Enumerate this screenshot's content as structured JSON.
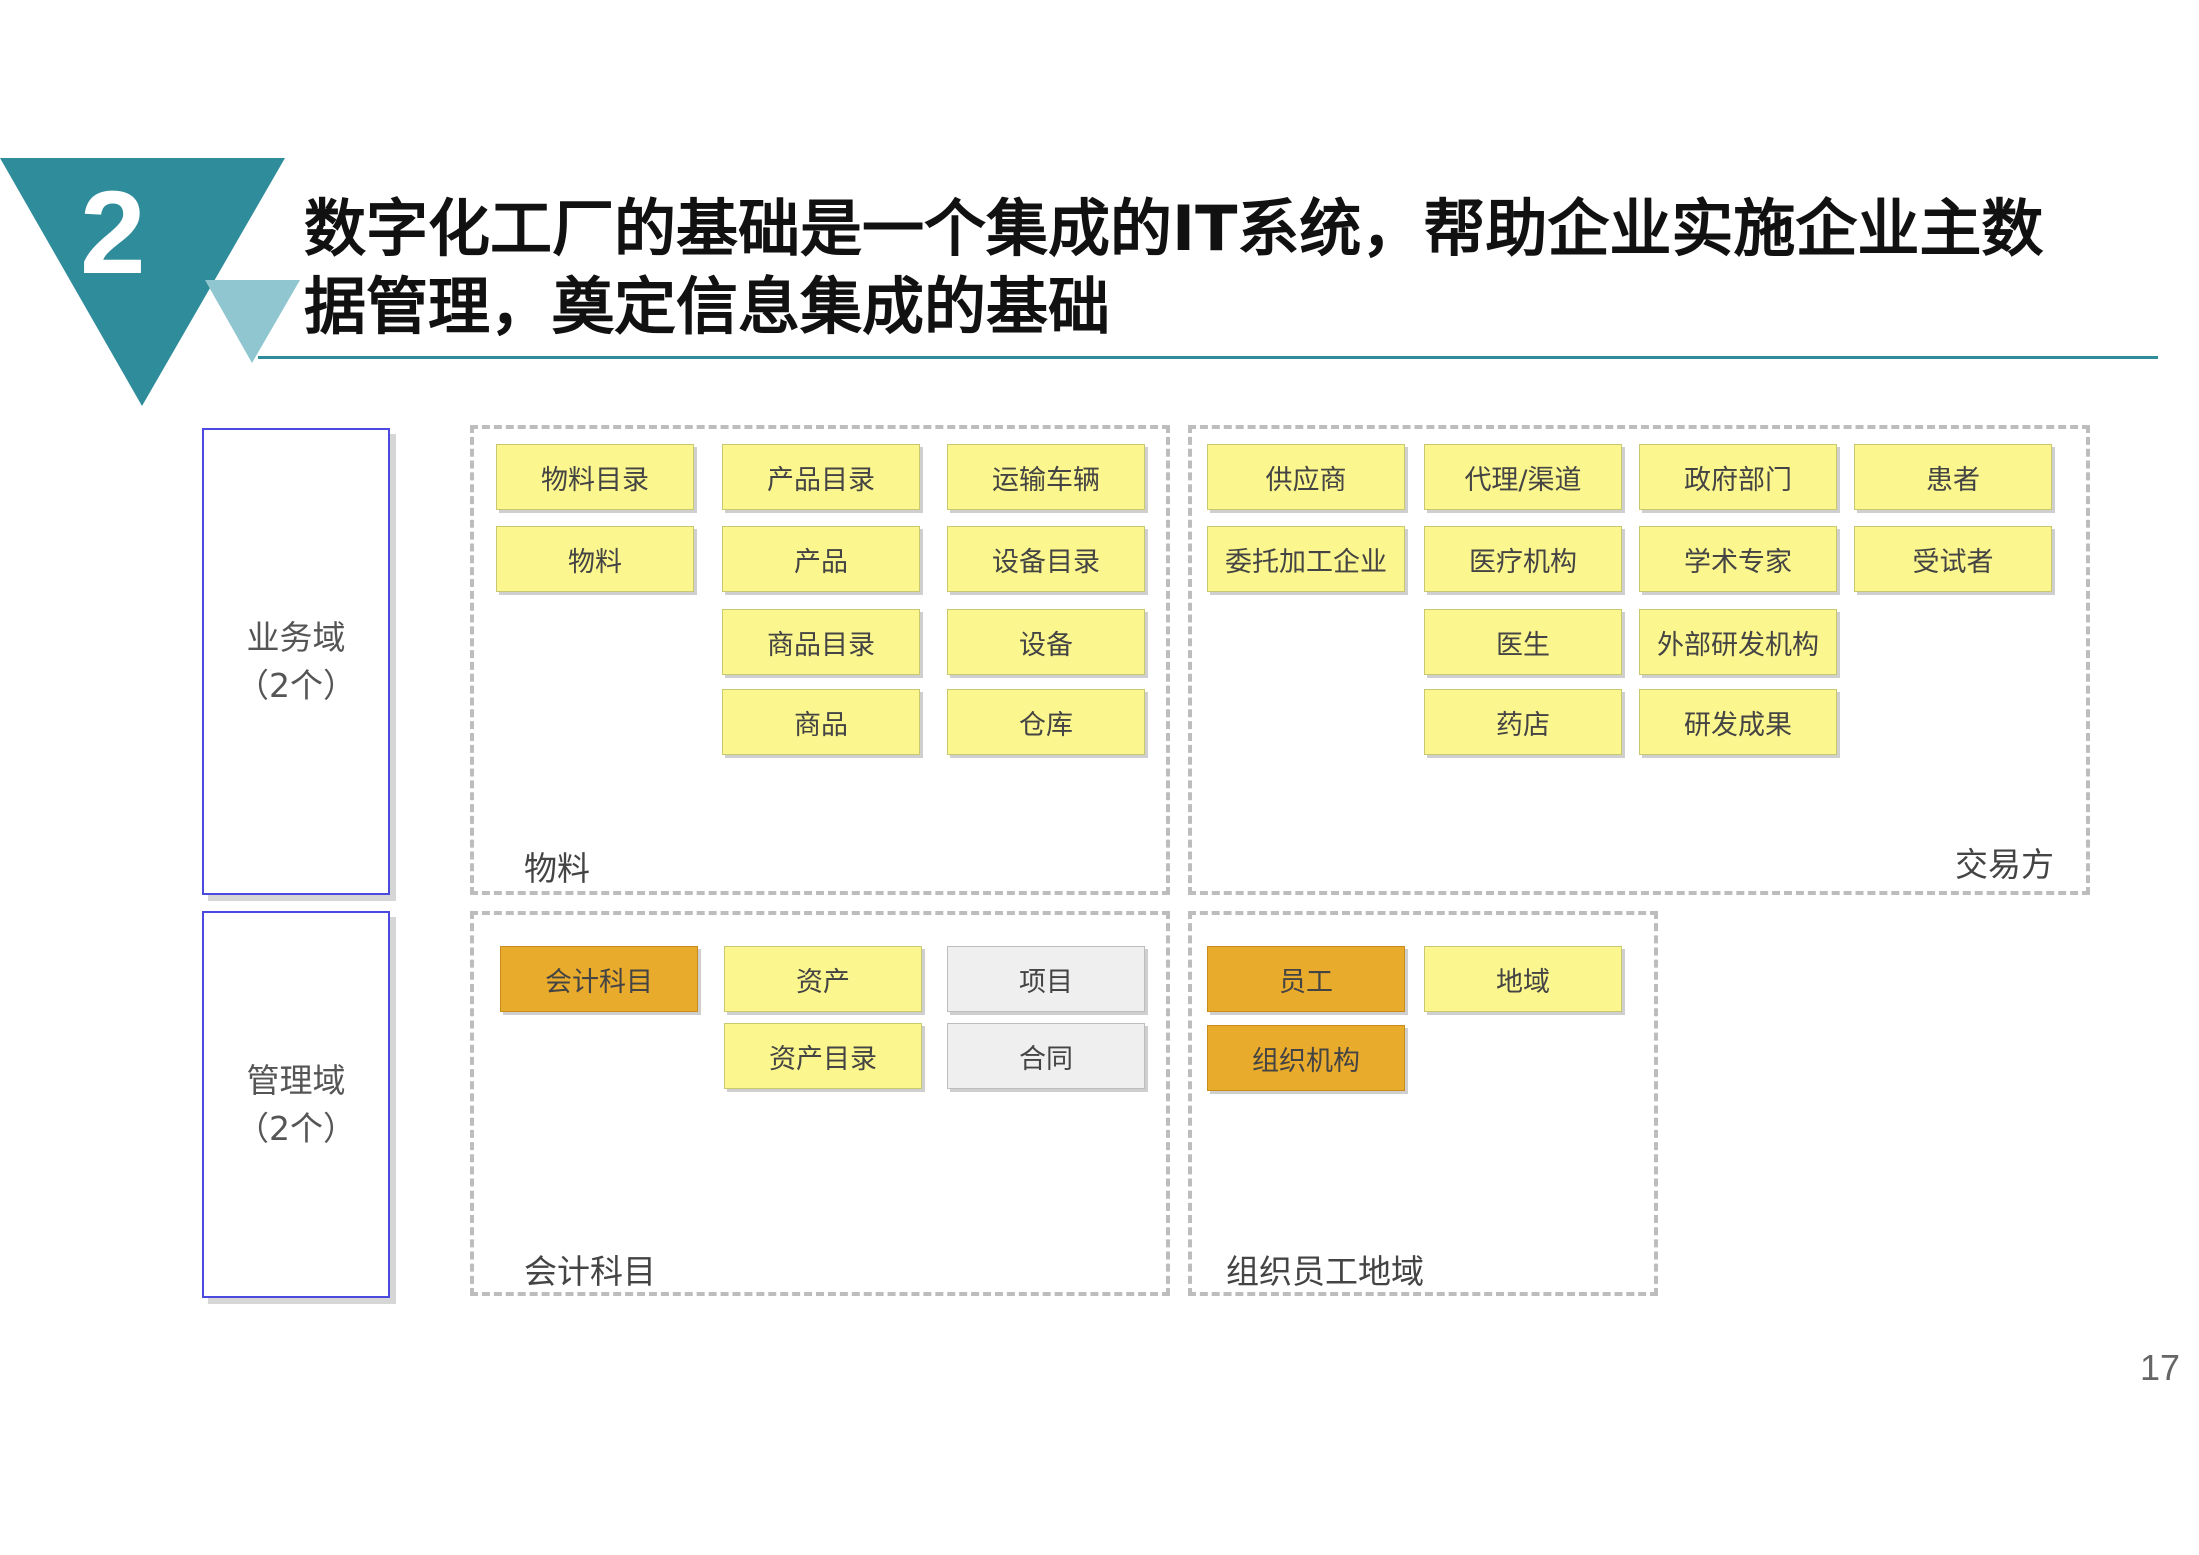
{
  "slide": {
    "number": "2",
    "title_line1": "数字化工厂的基础是一个集成的IT系统，帮助企业实施企业主数",
    "title_line2": "据管理，奠定信息集成的基础",
    "page_number": "17",
    "accent_color": "#2e8c9b",
    "accent_light": "#8fc6cf"
  },
  "domains": [
    {
      "name": "业务域",
      "count": "（2个）"
    },
    {
      "name": "管理域",
      "count": "（2个）"
    }
  ],
  "groups": {
    "material": {
      "label": "物料",
      "items": [
        "物料目录",
        "产品目录",
        "运输车辆",
        "物料",
        "产品",
        "设备目录",
        "商品目录",
        "设备",
        "商品",
        "仓库"
      ]
    },
    "trading": {
      "label": "交易方",
      "items": [
        "供应商",
        "代理/渠道",
        "政府部门",
        "患者",
        "委托加工企业",
        "医疗机构",
        "学术专家",
        "受试者",
        "医生",
        "外部研发机构",
        "药店",
        "研发成果"
      ]
    },
    "accounting": {
      "label": "会计科目",
      "items": [
        "会计科目",
        "资产",
        "项目",
        "资产目录",
        "合同"
      ]
    },
    "org": {
      "label": "组织员工地域",
      "items": [
        "员工",
        "地域",
        "组织机构"
      ]
    }
  },
  "colors": {
    "entity_yellow": "#fbf68e",
    "entity_orange": "#e9ab2c",
    "entity_gray": "#efefef",
    "domain_border": "#4a4ae0"
  }
}
